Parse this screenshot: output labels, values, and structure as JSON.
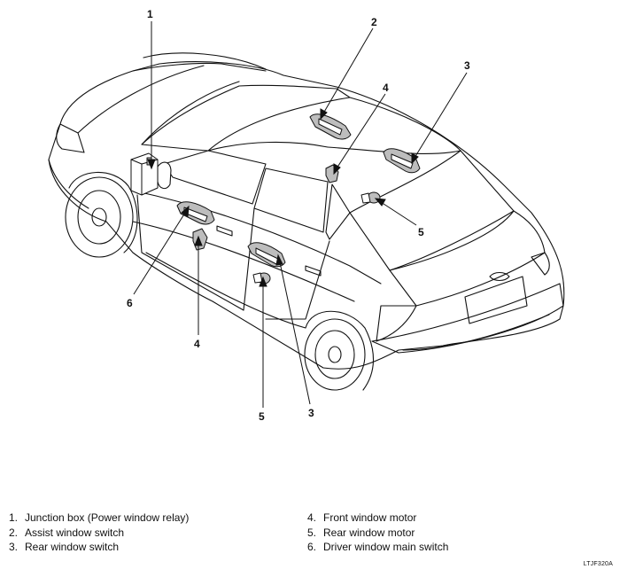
{
  "callouts": {
    "c1": "1",
    "c2": "2",
    "c3_top": "3",
    "c3_bottom": "3",
    "c4_top": "4",
    "c4_bottom": "4",
    "c5_right": "5",
    "c5_bottom": "5",
    "c6": "6"
  },
  "legend": {
    "left": [
      {
        "num": "1.",
        "text": "Junction box (Power window relay)"
      },
      {
        "num": "2.",
        "text": "Assist window switch"
      },
      {
        "num": "3.",
        "text": "Rear window switch"
      }
    ],
    "right": [
      {
        "num": "4.",
        "text": "Front window motor"
      },
      {
        "num": "5.",
        "text": "Rear window motor"
      },
      {
        "num": "6.",
        "text": "Driver window main switch"
      }
    ]
  },
  "figure_code": "LTJF320A",
  "colors": {
    "ink": "#111111",
    "fill": "#ffffff",
    "part_shade": "#bdbdbd"
  }
}
